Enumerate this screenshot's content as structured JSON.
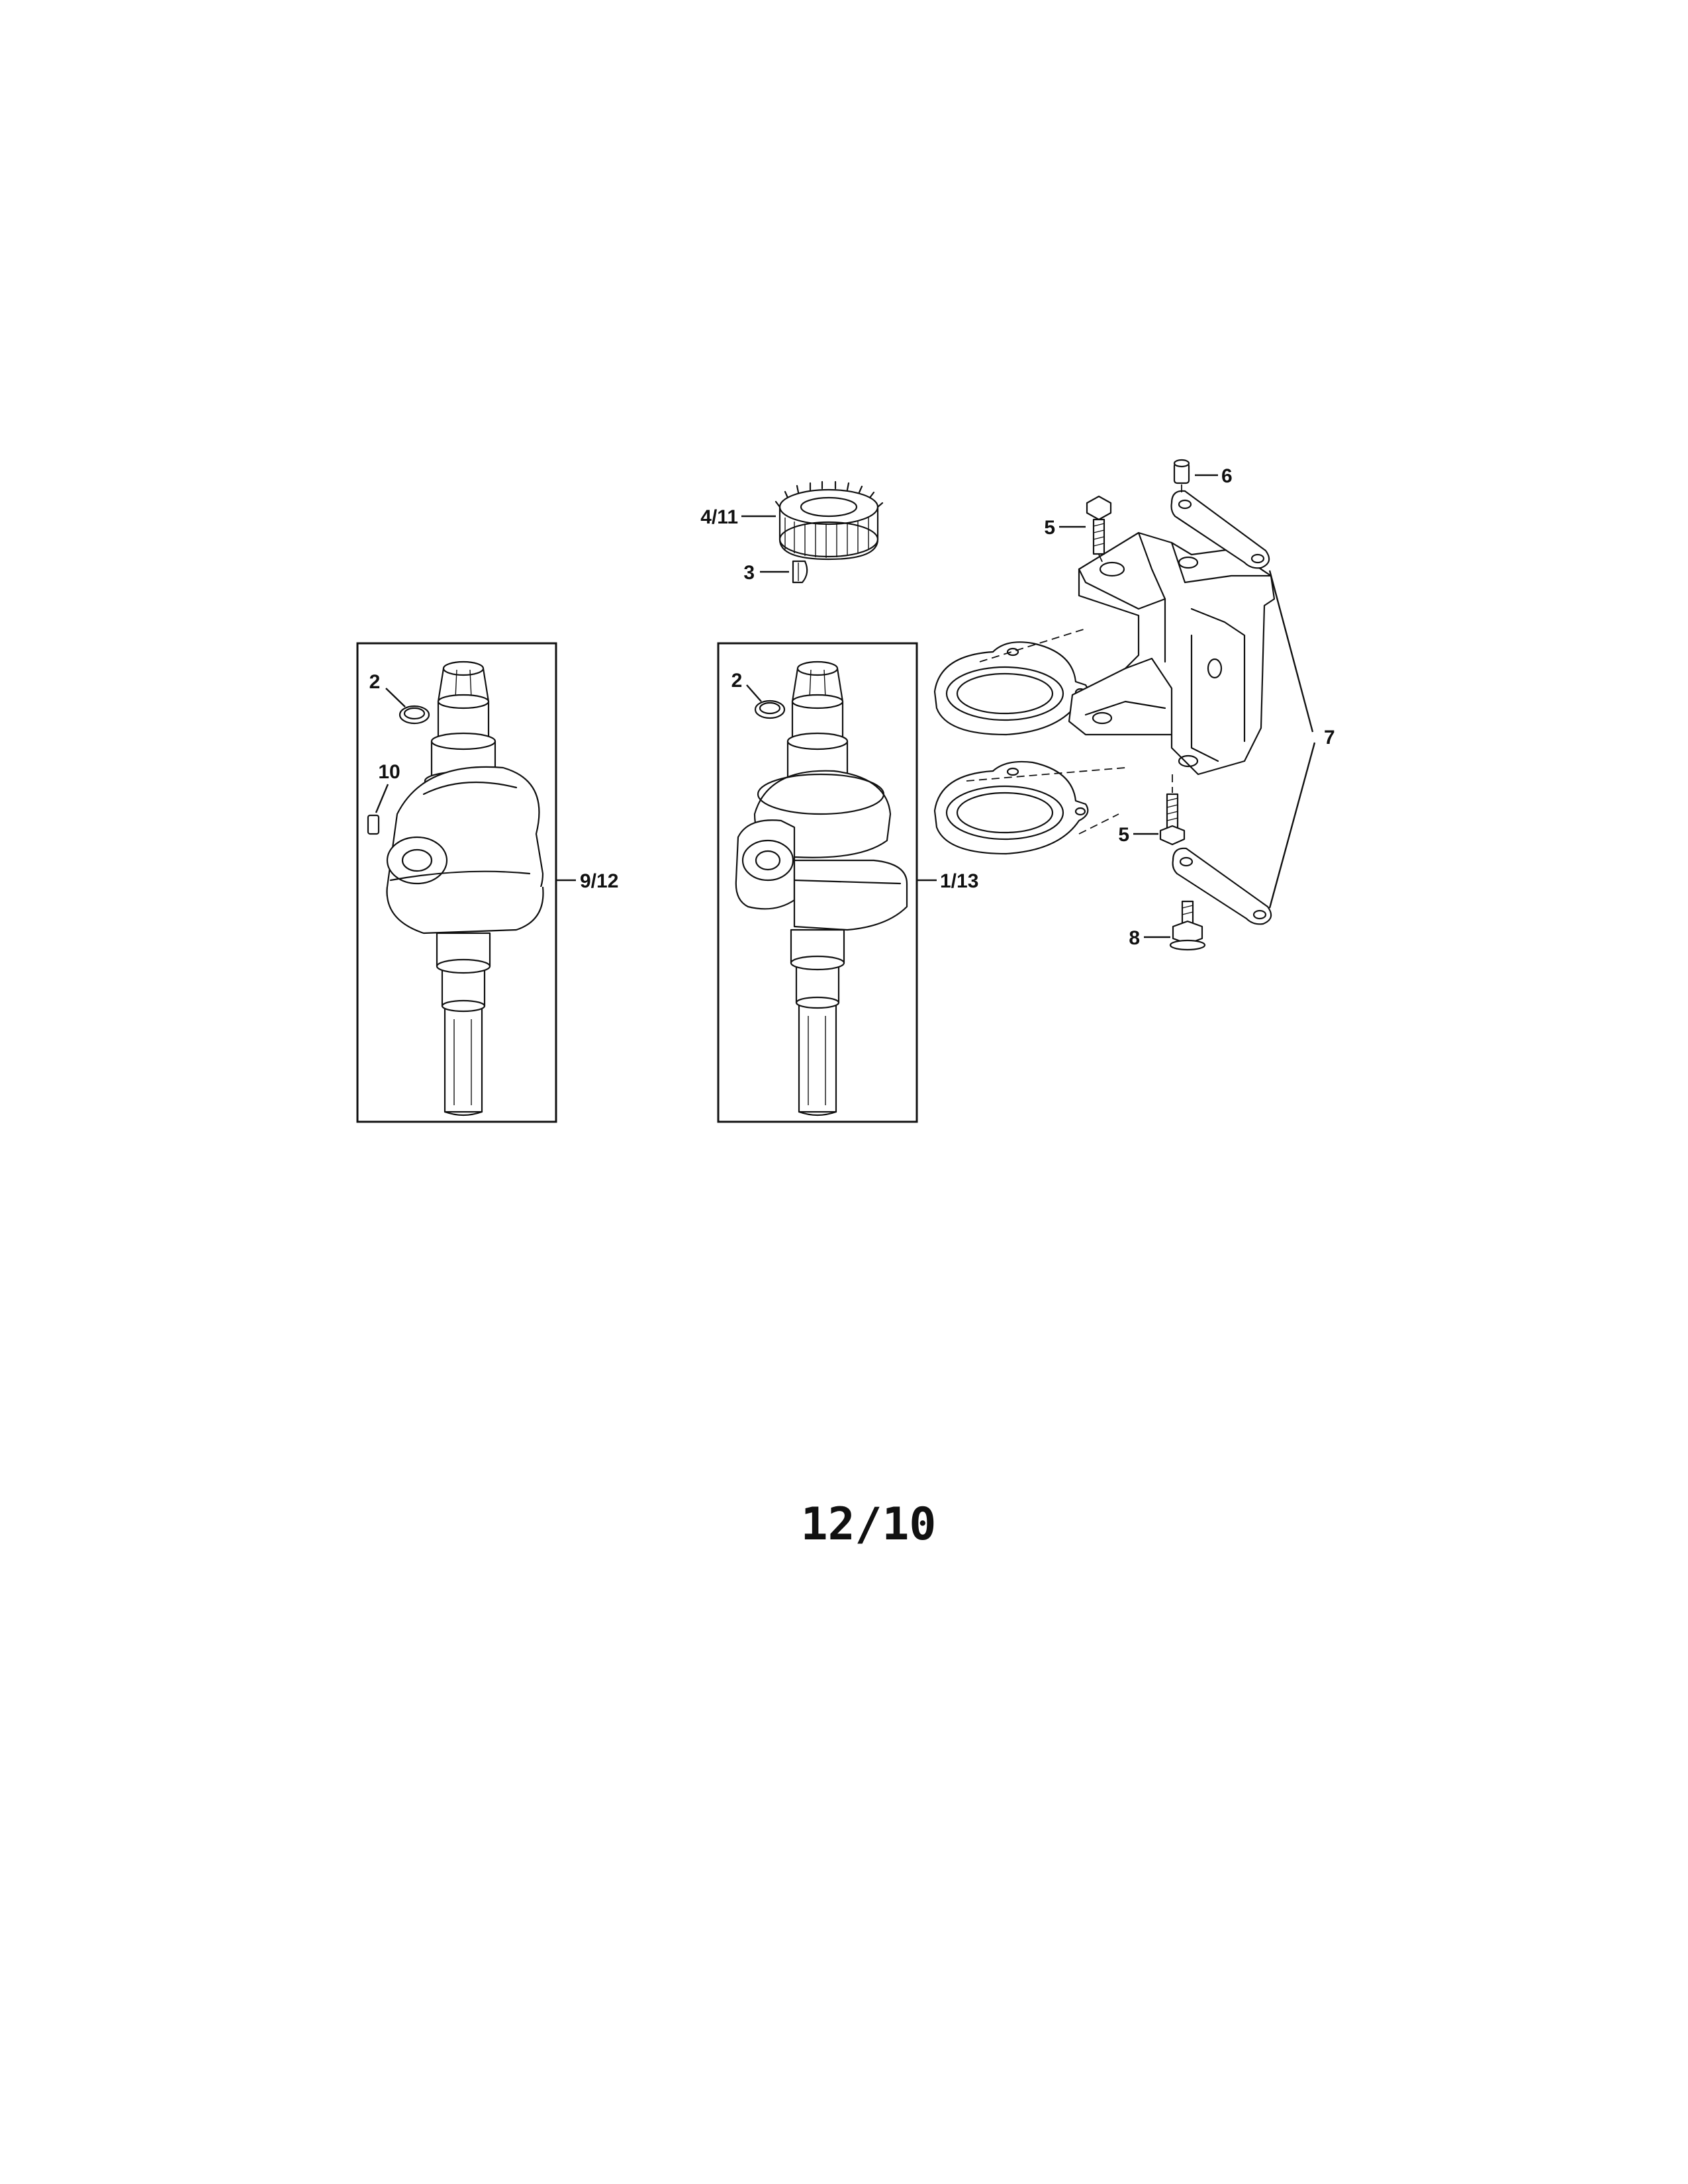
{
  "diagram": {
    "page_code": "12/10",
    "callouts": {
      "ring_left": "2",
      "key_left": "10",
      "crank_left": "9/12",
      "ring_right": "2",
      "crank_right": "1/13",
      "gear": "4/11",
      "key_top": "3",
      "bolt_upper": "5",
      "bolt_lower": "5",
      "screw_top": "6",
      "bracket": "7",
      "bolt_bottom": "8"
    }
  }
}
